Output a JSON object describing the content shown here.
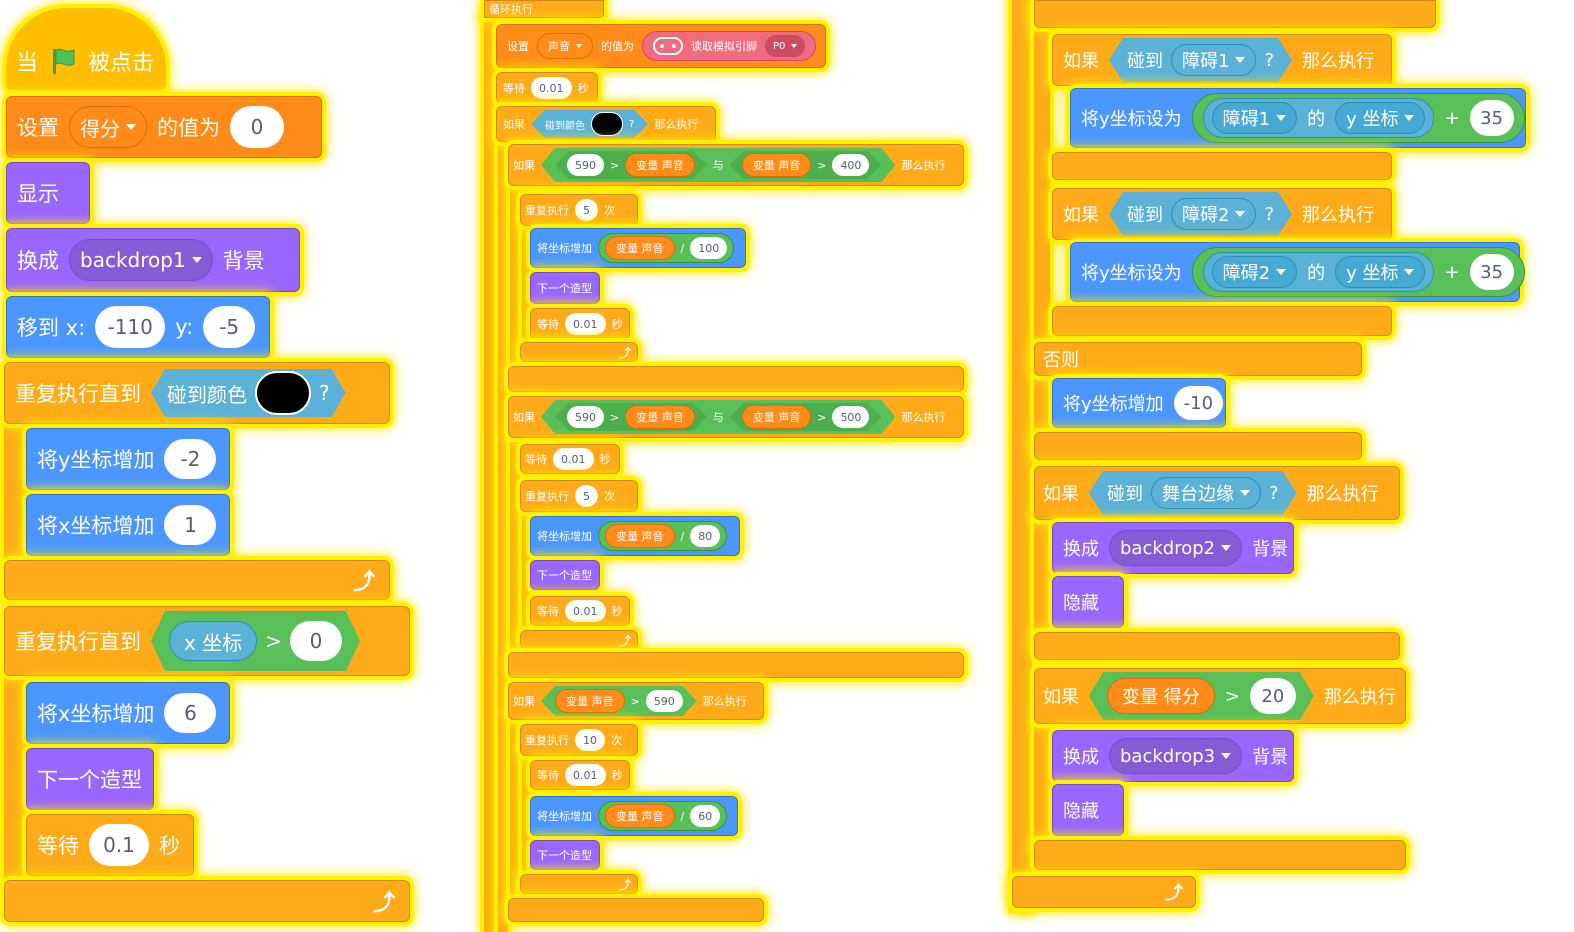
{
  "col1": {
    "hat": {
      "when": "当",
      "clicked": "被点击"
    },
    "set": {
      "label": "设置",
      "var": "得分",
      "to": "的值为",
      "value": "0"
    },
    "show": "显示",
    "switch1": {
      "label": "换成",
      "backdrop": "backdrop1",
      "suffix": "背景"
    },
    "goto": {
      "label": "移到 x:",
      "x": "-110",
      "ylabel": "y:",
      "y": "-5"
    },
    "repeat_until1": {
      "label": "重复执行直到",
      "cond": "碰到颜色",
      "q": "?"
    },
    "change_y": {
      "label": "将y坐标增加",
      "value": "-2"
    },
    "change_x1": {
      "label": "将x坐标增加",
      "value": "1"
    },
    "repeat_until2": {
      "label": "重复执行直到",
      "reporter": "x 坐标",
      "op": ">",
      "value": "0"
    },
    "change_x2": {
      "label": "将x坐标增加",
      "value": "6"
    },
    "next_costume": "下一个造型",
    "wait": {
      "label": "等待",
      "value": "0.1",
      "unit": "秒"
    },
    "loop_arrow": "⤴"
  },
  "col2": {
    "forever": "循环执行",
    "set": {
      "label": "设置",
      "var": "声音",
      "to": "的值为",
      "sensor": "读取模拟引脚",
      "pin": "P0"
    },
    "wait1": {
      "label": "等待",
      "value": "0.01",
      "unit": "秒"
    },
    "if_color": {
      "label": "如果",
      "cond": "碰到颜色",
      "q": "?",
      "then": "那么执行"
    },
    "if1": {
      "label": "如果",
      "a": "590",
      "gt": ">",
      "varname": "变量 声音",
      "and": "与",
      "lt": ">",
      "b": "400",
      "then": "那么执行"
    },
    "rep1": {
      "label": "重复执行",
      "n": "5",
      "times": "次"
    },
    "chg1": {
      "label": "将坐标增加",
      "var": "变量 声音",
      "div": "/",
      "d": "100"
    },
    "next1": "下一个造型",
    "wait2": {
      "label": "等待",
      "value": "0.01",
      "unit": "秒"
    },
    "if2": {
      "label": "如果",
      "a": "590",
      "gt": ">",
      "varname": "变量 声音",
      "and": "与",
      "lt": ">",
      "b": "500",
      "then": "那么执行"
    },
    "wait3": {
      "label": "等待",
      "value": "0.01",
      "unit": "秒"
    },
    "rep2": {
      "label": "重复执行",
      "n": "5",
      "times": "次"
    },
    "chg2": {
      "label": "将坐标增加",
      "var": "变量 声音",
      "div": "/",
      "d": "80"
    },
    "next2": "下一个造型",
    "wait4": {
      "label": "等待",
      "value": "0.01",
      "unit": "秒"
    },
    "if3": {
      "label": "如果",
      "varname": "变量 声音",
      "gt": ">",
      "b": "590",
      "then": "那么执行"
    },
    "rep3": {
      "label": "重复执行",
      "n": "10",
      "times": "次"
    },
    "wait5": {
      "label": "等待",
      "value": "0.01",
      "unit": "秒"
    },
    "chg3": {
      "label": "将坐标增加",
      "var": "变量 声音",
      "div": "/",
      "d": "60"
    },
    "next3": "下一个造型",
    "loop_arrow": "⤴"
  },
  "col3": {
    "if_o1": {
      "label": "如果",
      "touch": "碰到",
      "obj": "障碍1",
      "q": "?",
      "then": "那么执行"
    },
    "sety1": {
      "label": "将y坐标设为",
      "obj": "障碍1",
      "of": "的",
      "prop": "y 坐标",
      "plus": "+",
      "n": "35"
    },
    "if_o2": {
      "label": "如果",
      "touch": "碰到",
      "obj": "障碍2",
      "q": "?",
      "then": "那么执行"
    },
    "sety2": {
      "label": "将y坐标设为",
      "obj": "障碍2",
      "of": "的",
      "prop": "y 坐标",
      "plus": "+",
      "n": "35"
    },
    "else": "否则",
    "chgy": {
      "label": "将y坐标增加",
      "value": "-10"
    },
    "if_edge": {
      "label": "如果",
      "touch": "碰到",
      "obj": "舞台边缘",
      "q": "?",
      "then": "那么执行"
    },
    "sw2": {
      "label": "换成",
      "backdrop": "backdrop2",
      "suffix": "背景"
    },
    "hide1": "隐藏",
    "if_score": {
      "label": "如果",
      "var": "变量 得分",
      "gt": ">",
      "n": "20",
      "then": "那么执行"
    },
    "sw3": {
      "label": "换成",
      "backdrop": "backdrop3",
      "suffix": "背景"
    },
    "hide2": "隐藏",
    "loop_arrow": "⤴"
  },
  "colors": {
    "control": "#ffab19",
    "event": "#ffbf00",
    "variable": "#ff8c1a",
    "looks": "#9966ff",
    "motion": "#4c97ff",
    "sensing": "#5cb1d6",
    "operator": "#59c059",
    "highlight": "#fff200"
  }
}
